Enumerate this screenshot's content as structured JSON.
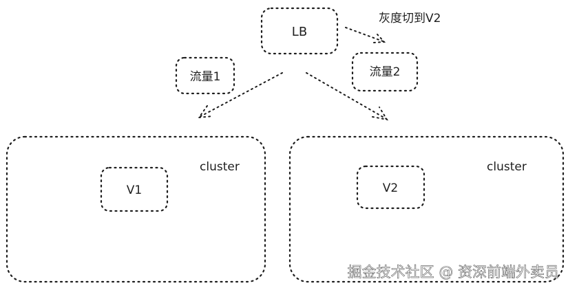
{
  "nodes": {
    "lb": "LB",
    "traffic1": "流量1",
    "traffic2": "流量2",
    "v1": "V1",
    "v2": "V2",
    "cluster_left": "cluster",
    "cluster_right": "cluster"
  },
  "annotations": {
    "gray_release": "灰度切到V2"
  },
  "watermark": "掘金技术社区 @ 资深前端外卖员",
  "colors": {
    "stroke": "#1e1e1e",
    "background": "#ffffff"
  }
}
